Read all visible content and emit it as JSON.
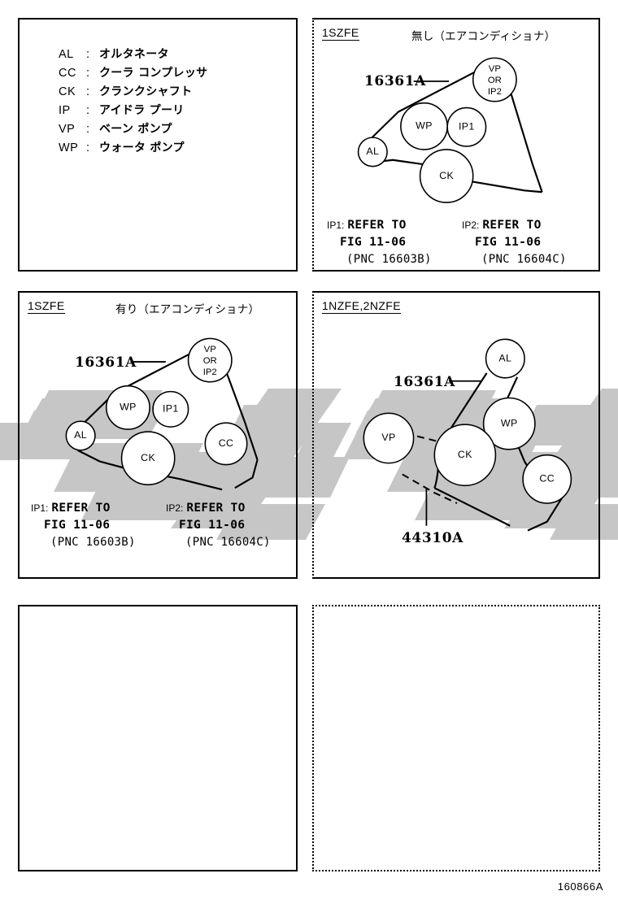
{
  "figure_number": "160866A",
  "legend": {
    "items": [
      {
        "abbr": "AL",
        "sep": ":",
        "desc": "オルタネータ"
      },
      {
        "abbr": "CC",
        "sep": ":",
        "desc": "クーラ コンプレッサ"
      },
      {
        "abbr": "CK",
        "sep": ":",
        "desc": "クランクシャフト"
      },
      {
        "abbr": "IP",
        "sep": ":",
        "desc": "アイドラ プーリ"
      },
      {
        "abbr": "VP",
        "sep": ":",
        "desc": "ベーン ポンプ"
      },
      {
        "abbr": "WP",
        "sep": ":",
        "desc": "ウォータ ポンプ"
      }
    ]
  },
  "panels": {
    "szfe_no_ac": {
      "engine_code": "1SZFE",
      "ac_label": "無し（エアコンディショナ）",
      "part_number": "16361A",
      "pulleys": [
        {
          "id": "vp-or-ip2",
          "lines": [
            "VP",
            "OR",
            "IP2"
          ]
        },
        {
          "id": "wp",
          "lines": [
            "WP"
          ]
        },
        {
          "id": "ip1",
          "lines": [
            "IP1"
          ]
        },
        {
          "id": "al",
          "lines": [
            "AL"
          ]
        },
        {
          "id": "ck",
          "lines": [
            "CK"
          ]
        }
      ],
      "refer_left": {
        "tag": "IP1:",
        "line1": "REFER TO",
        "line2": "FIG 11-06",
        "line3": "(PNC 16603B)"
      },
      "refer_right": {
        "tag": "IP2:",
        "line1": "REFER TO",
        "line2": "FIG 11-06",
        "line3": "(PNC 16604C)"
      }
    },
    "szfe_with_ac": {
      "engine_code": "1SZFE",
      "ac_label": "有り（エアコンディショナ）",
      "part_number": "16361A",
      "pulleys": [
        {
          "id": "vp-or-ip2",
          "lines": [
            "VP",
            "OR",
            "IP2"
          ]
        },
        {
          "id": "wp",
          "lines": [
            "WP"
          ]
        },
        {
          "id": "ip1",
          "lines": [
            "IP1"
          ]
        },
        {
          "id": "al",
          "lines": [
            "AL"
          ]
        },
        {
          "id": "ck",
          "lines": [
            "CK"
          ]
        },
        {
          "id": "cc",
          "lines": [
            "CC"
          ]
        }
      ],
      "refer_left": {
        "tag": "IP1:",
        "line1": "REFER TO",
        "line2": "FIG 11-06",
        "line3": "(PNC 16603B)"
      },
      "refer_right": {
        "tag": "IP2:",
        "line1": "REFER TO",
        "line2": "FIG 11-06",
        "line3": "(PNC 16604C)"
      }
    },
    "nzfe": {
      "engine_code": "1NZFE,2NZFE",
      "part_number_belt": "16361A",
      "part_number_ps": "44310A",
      "pulleys": [
        {
          "id": "al",
          "lines": [
            "AL"
          ]
        },
        {
          "id": "wp",
          "lines": [
            "WP"
          ]
        },
        {
          "id": "ck",
          "lines": [
            "CK"
          ]
        },
        {
          "id": "cc",
          "lines": [
            "CC"
          ]
        },
        {
          "id": "vp",
          "lines": [
            "VP"
          ]
        }
      ]
    },
    "empty_left": {},
    "empty_right": {}
  },
  "colors": {
    "ink": "#000000",
    "watermark": "#c6c6c6",
    "paper": "#ffffff"
  }
}
